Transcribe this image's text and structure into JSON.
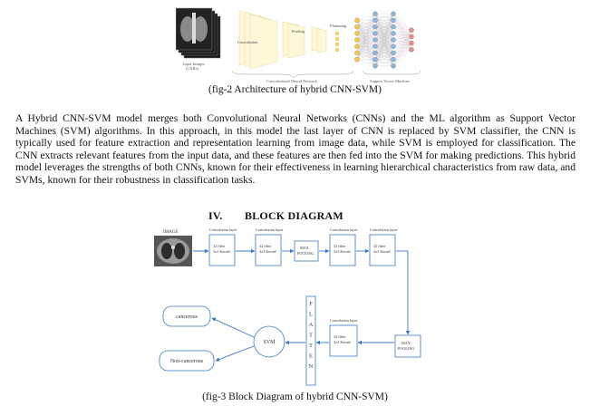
{
  "figure2": {
    "labels": {
      "input": "Input Images",
      "input_sub": "(CXRs)",
      "convolution": "Convolution",
      "pooling": "Pooling",
      "flattening": "Flattening",
      "cnn": "Convolutional Neural Network",
      "svm": "Support Vector Machine"
    },
    "caption": "(fig-2 Architecture of hybrid CNN-SVM)"
  },
  "paragraph": "A Hybrid CNN-SVM model merges both Convolutional Neural Networks (CNNs) and the ML algorithm as Support Vector Machines (SVM) algorithms. In this approach, in this model the last layer of CNN is replaced by SVM classifier, the CNN is typically used for feature extraction and representation learning from image data, while SVM is employed for classification. The CNN extracts relevant features from the input data, and these features are then fed into the SVM for making predictions. This hybrid model leverages the strengths of both CNNs, known for their effectiveness in learning hierarchical characteristics from raw data, and SVMs, known for their robustness in classification tasks.",
  "section": {
    "number": "IV.",
    "title": "BLOCK DIAGRAM"
  },
  "block_diagram": {
    "image_label": "IMAGE",
    "conv_layer_label": "Convolution layer",
    "filter_line1": "32 filter",
    "filter_line2": "3x3 Kernel",
    "max_line1": "MAX",
    "max_line2": "POOLING",
    "flatten": "FLATTEN",
    "svm": "SVM",
    "class1": "cancerous",
    "class2": "Non-cancerous"
  },
  "figure3": {
    "caption": "(fig-3 Block Diagram of hybrid CNN-SVM)"
  }
}
